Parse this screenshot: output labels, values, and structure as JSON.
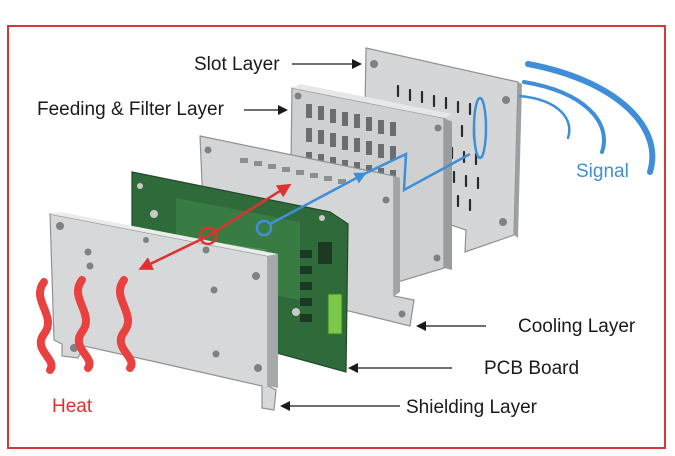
{
  "labels": {
    "slot_layer": "Slot Layer",
    "feeding_filter_layer": "Feeding & Filter Layer",
    "cooling_layer": "Cooling Layer",
    "pcb_board": "PCB Board",
    "shielding_layer": "Shielding Layer",
    "signal": "Signal",
    "heat": "Heat"
  },
  "colors": {
    "frame": "#d23a3a",
    "signal": "#3f8fd8",
    "heat": "#e03030",
    "plate": "#d9dadb",
    "plate_edge": "#8f9294",
    "pcb": "#2f6b3a"
  },
  "icons": [
    "heat-wave-icon",
    "signal-wave-icon",
    "double-arrow-icon"
  ]
}
